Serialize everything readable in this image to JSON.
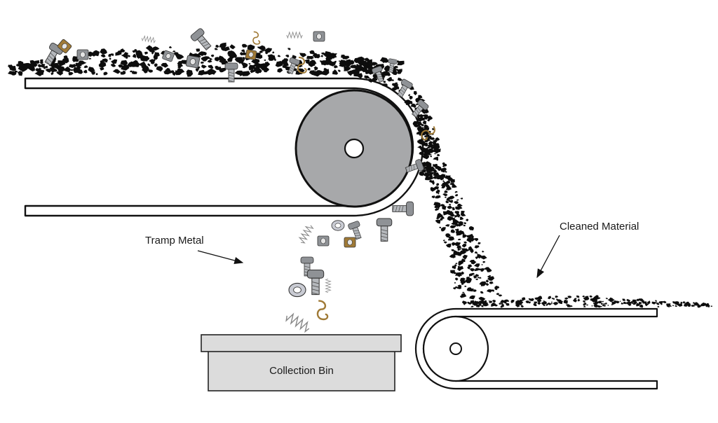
{
  "labels": {
    "tramp_metal": "Tramp Metal",
    "cleaned_material": "Cleaned Material",
    "collection_bin": "Collection Bin"
  },
  "colors": {
    "belt_stroke": "#111111",
    "magnetic_pulley": "#a7a8aa",
    "material": "#0d0d0d",
    "metal_steel": "#8f9296",
    "metal_brass": "#a07a36",
    "bin_fill": "#dcdcdc"
  },
  "icons": [
    "bolt-icon",
    "nut-icon",
    "spring-icon",
    "hook-icon",
    "washer-icon"
  ]
}
